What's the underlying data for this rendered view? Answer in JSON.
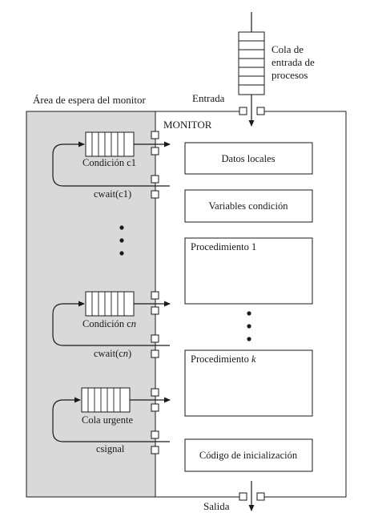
{
  "labels": {
    "queue_caption_1": "Cola de",
    "queue_caption_2": "entrada de",
    "queue_caption_3": "procesos",
    "entrance": "Entrada",
    "wait_area": "Área de espera del monitor",
    "monitor": "MONITOR",
    "exit": "Salida"
  },
  "conditions": [
    {
      "name": "Condición c1",
      "op": "cwait(c1)"
    },
    {
      "name_prefix": "Condición c",
      "name_var": "n",
      "op_prefix": "cwait(c",
      "op_var": "n",
      "op_suffix": ")"
    },
    {
      "name": "Cola urgente",
      "op": "csignal"
    }
  ],
  "boxes": {
    "local_data": "Datos locales",
    "condition_vars": "Variables condición",
    "procedure_1": "Procedimiento 1",
    "procedure_k_prefix": "Procedimiento ",
    "procedure_k_var": "k",
    "init_code": "Código de inicialización"
  },
  "colors": {
    "wait_area_fill": "#d9d9d9",
    "line": "#1a1a1a",
    "background": "#ffffff"
  }
}
